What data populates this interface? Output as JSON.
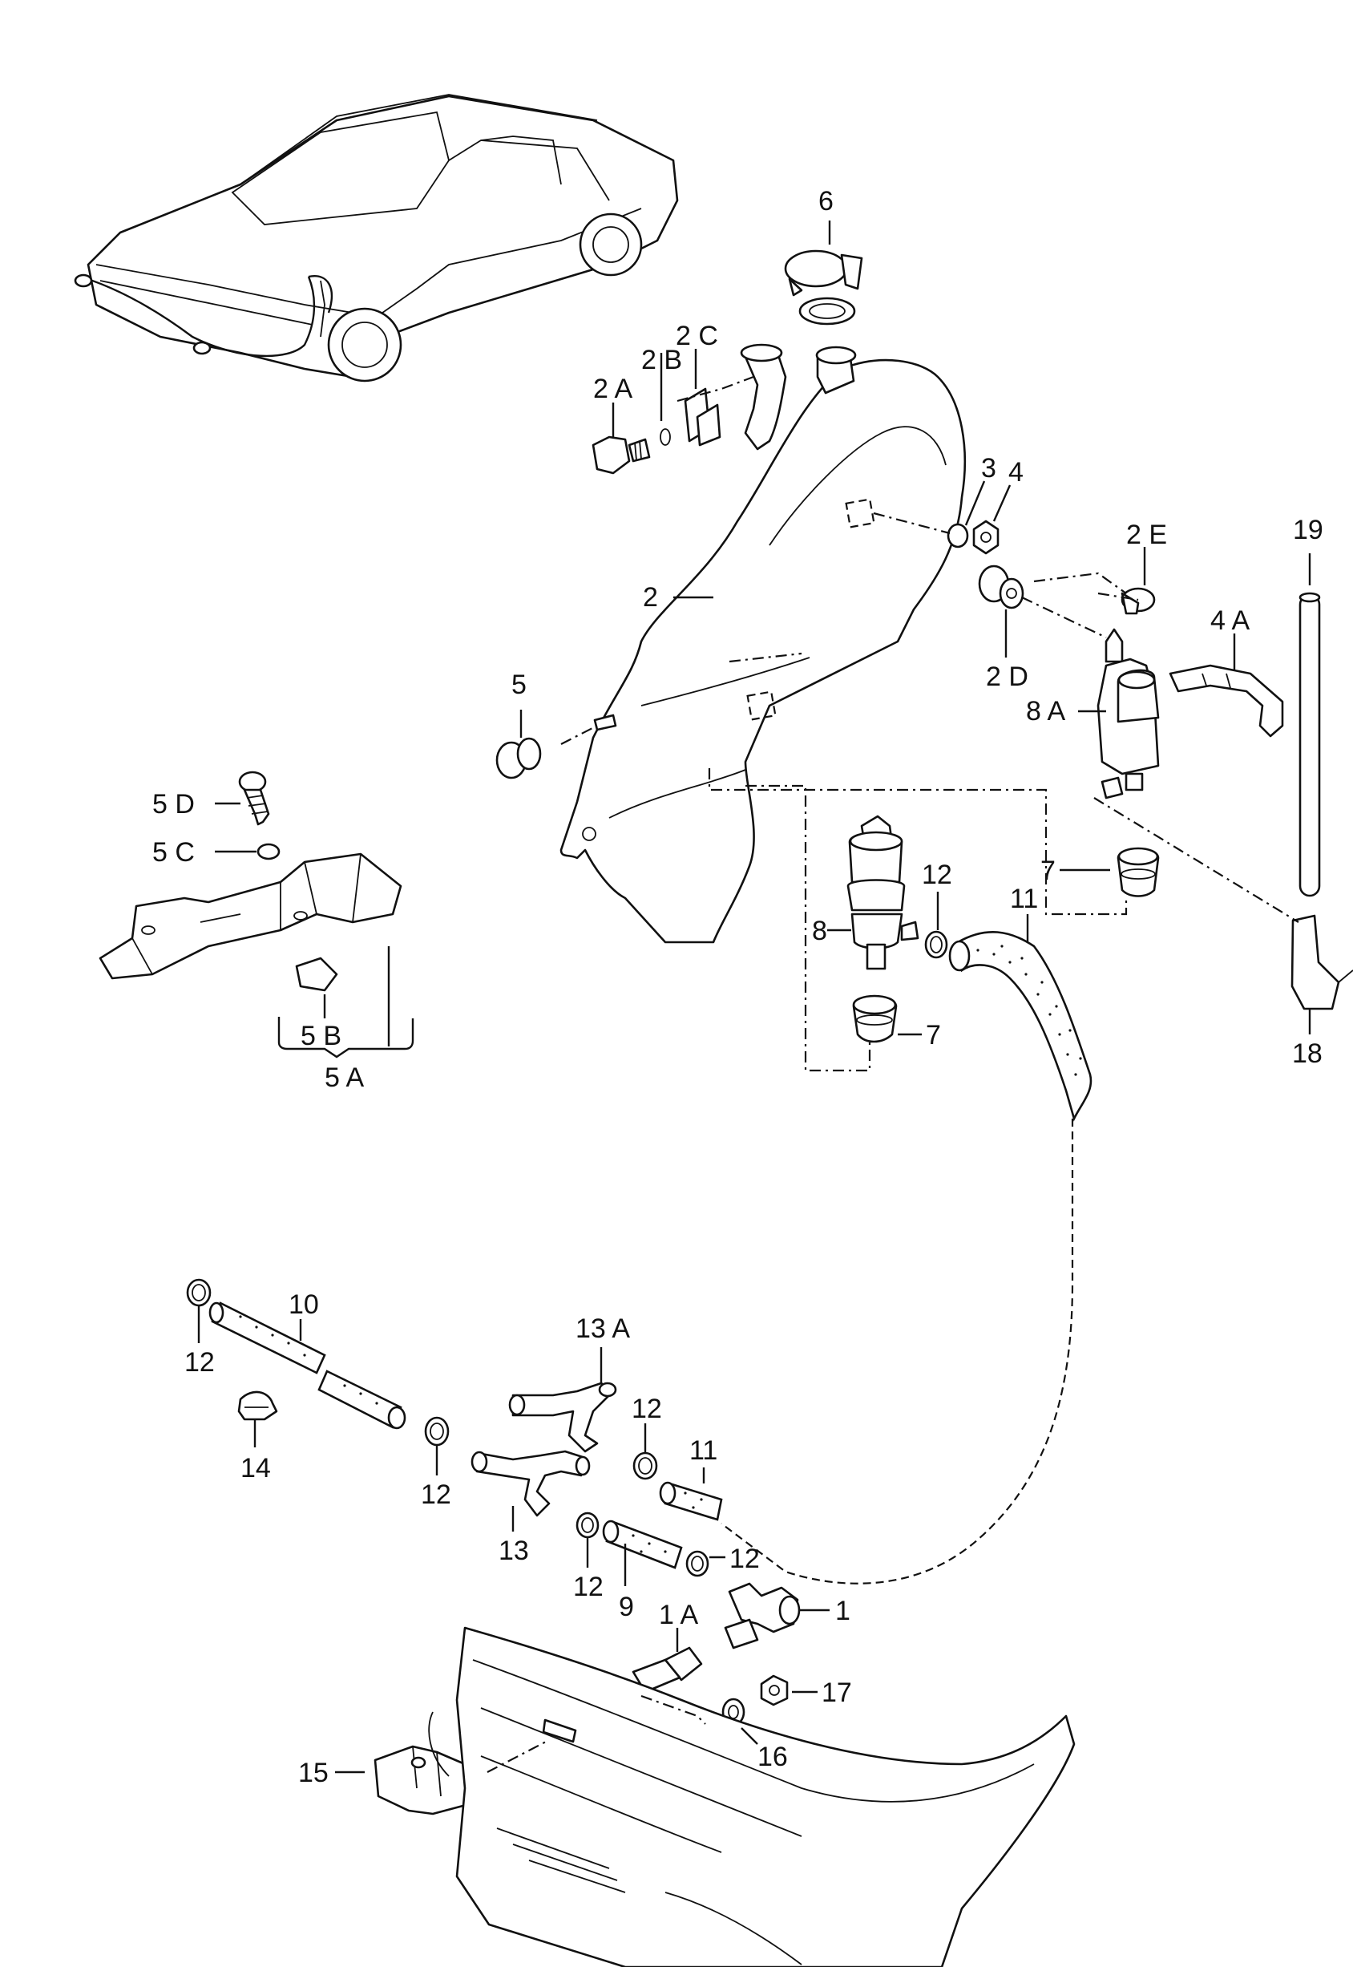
{
  "labels": {
    "l1": "1",
    "l1A": "1 A",
    "l2": "2",
    "l2A": "2 A",
    "l2B": "2 B",
    "l2C": "2 C",
    "l2D": "2 D",
    "l2E": "2 E",
    "l3": "3",
    "l4": "4",
    "l4A": "4 A",
    "l5": "5",
    "l5A": "5 A",
    "l5B": "5 B",
    "l5C": "5 C",
    "l5D": "5 D",
    "l6": "6",
    "l7a": "7",
    "l7b": "7",
    "l8": "8",
    "l8A": "8 A",
    "l9": "9",
    "l10": "10",
    "l11a": "11",
    "l11b": "11",
    "l12a": "12",
    "l12b": "12",
    "l12c": "12",
    "l12d": "12",
    "l12e": "12",
    "l12f": "12",
    "l13": "13",
    "l13A": "13 A",
    "l14": "14",
    "l15": "15",
    "l16": "16",
    "l17": "17",
    "l18": "18",
    "l19": "19"
  }
}
